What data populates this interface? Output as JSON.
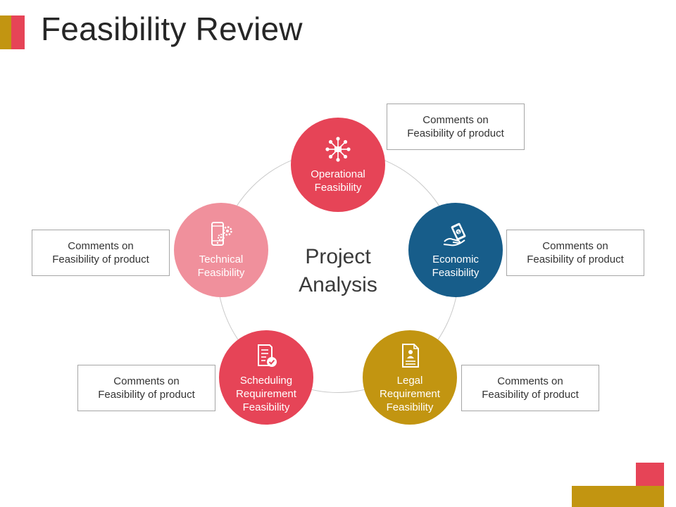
{
  "title": "Feasibility Review",
  "center": {
    "line1": "Project",
    "line2": "Analysis"
  },
  "colors": {
    "red": "#e64457",
    "pink": "#f0909c",
    "blue": "#175d8a",
    "gold": "#c29511",
    "dark_gold": "#b8920e"
  },
  "nodes": [
    {
      "key": "operational",
      "line1": "Operational",
      "line2": "Feasibility",
      "line3": "",
      "icon": "network-icon"
    },
    {
      "key": "economic",
      "line1": "Economic",
      "line2": "Feasibility",
      "line3": "",
      "icon": "hand-money-icon"
    },
    {
      "key": "legal",
      "line1": "Legal",
      "line2": "Requirement",
      "line3": "Feasibility",
      "icon": "document-person-icon"
    },
    {
      "key": "scheduling",
      "line1": "Scheduling",
      "line2": "Requirement",
      "line3": "Feasibility",
      "icon": "checklist-icon"
    },
    {
      "key": "technical",
      "line1": "Technical",
      "line2": "Feasibility",
      "line3": "",
      "icon": "phone-gear-icon"
    }
  ],
  "notes": {
    "operational": {
      "line1": "Comments on",
      "line2": "Feasibility of product"
    },
    "economic": {
      "line1": "Comments on",
      "line2": "Feasibility of product"
    },
    "legal": {
      "line1": "Comments on",
      "line2": "Feasibility of product"
    },
    "scheduling": {
      "line1": "Comments on",
      "line2": "Feasibility of product"
    },
    "technical": {
      "line1": "Comments on",
      "line2": "Feasibility of product"
    }
  }
}
